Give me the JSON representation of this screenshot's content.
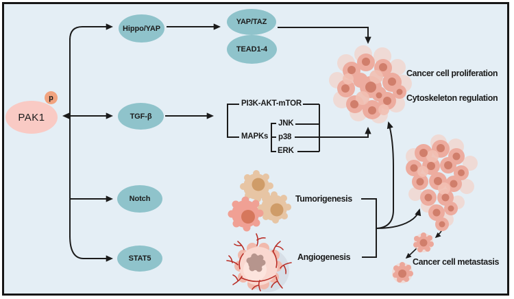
{
  "diagram": {
    "title_context": "PAK1 signaling pathways figure",
    "nodes": {
      "pak1": {
        "label": "PAK1",
        "phospho": "p"
      },
      "hippo": {
        "label": "Hippo/YAP"
      },
      "tgfb": {
        "label": "TGF-β"
      },
      "notch": {
        "label": "Notch"
      },
      "stat5": {
        "label": "STAT5"
      },
      "yaptaz": {
        "label": "YAP/TAZ"
      },
      "tead": {
        "label": "TEAD1-4"
      }
    },
    "cascade": {
      "pi3k": "PI3K-AKT-mTOR",
      "mapks": "MAPKs",
      "jnk": "JNK",
      "p38": "p38",
      "erk": "ERK"
    },
    "outcomes": {
      "proliferation": "Cancer cell proliferation",
      "cytoskeleton": "Cytoskeleton regulation",
      "tumorigenesis": "Tumorigenesis",
      "angiogenesis": "Angiogenesis",
      "metastasis": "Cancer cell metastasis"
    },
    "colors": {
      "background": "#e4eef5",
      "frame": "#161616",
      "node_teal": "#8fc3cb",
      "pak1_pink": "#f9cac4",
      "phospho_orange": "#f1a37f",
      "line_black": "#1b1b1b",
      "cell_body": "#edac9f",
      "cell_nucleus": "#d07e6b",
      "cell_halo": "#f6d0c5",
      "tan_cell": "#e7c5a4",
      "tan_nucleus": "#cf9c68",
      "salmon_cell": "#f0a094",
      "salmon_nucleus": "#d6775c",
      "angio_body": "#f9d8d0",
      "angio_nucleus": "#b6958d",
      "vessel_red": "#b92e27"
    }
  }
}
